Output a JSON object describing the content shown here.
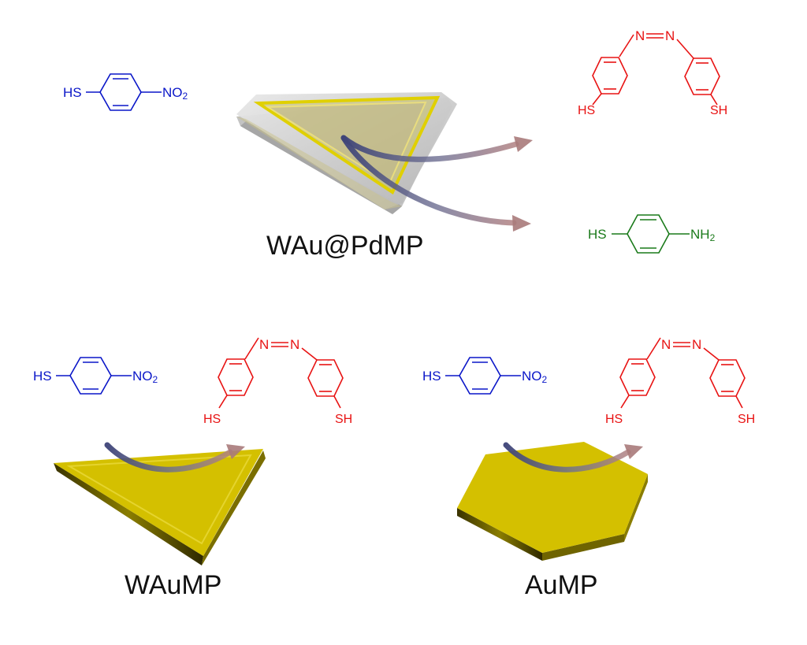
{
  "colors": {
    "reactant": "#0a16c8",
    "azo_product": "#e81313",
    "amine_product": "#1a7a1a",
    "gold": "#d4c000",
    "gold_dark": "#4a4400",
    "pd_shell": "#c9c9c9",
    "arrow": "#5a5f8a",
    "arrow_tip": "#a97a7a"
  },
  "molecules": {
    "reactant": {
      "left": "HS",
      "right_main": "NO",
      "right_sub": "2"
    },
    "amine": {
      "left": "HS",
      "right_main": "NH",
      "right_sub": "2"
    },
    "azo": {
      "n1": "N",
      "n2": "N",
      "left_sh": "HS",
      "right_sh": "SH"
    }
  },
  "labels": {
    "top_catalyst": "WAu@PdMP",
    "bottom_left_catalyst": "WAuMP",
    "bottom_right_catalyst": "AuMP"
  },
  "icons": {
    "plate_triangle_pd": "triangular-core-shell-plate",
    "plate_triangle_au": "triangular-gold-plate",
    "plate_hexagon_au": "hexagonal-gold-plate",
    "reaction_arrow": "curved-arrow-icon"
  }
}
